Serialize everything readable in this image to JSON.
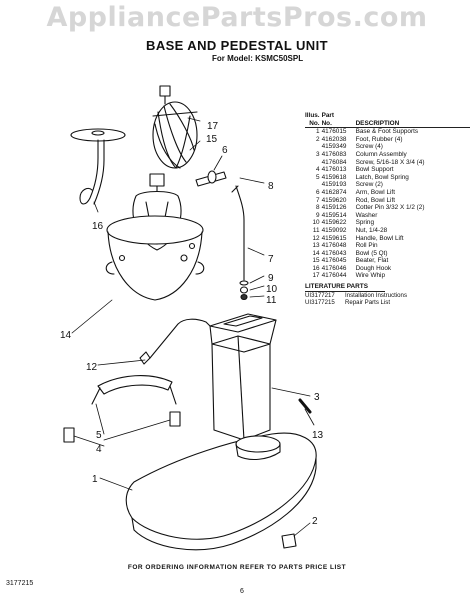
{
  "watermark": "AppliancePartsPros.com",
  "title": "BASE AND PEDESTAL UNIT",
  "subtitle": "For Model: KSMC50SPL",
  "table": {
    "headers": {
      "illus": "Illus.\nNo.",
      "part": "Part\nNo.",
      "desc": "DESCRIPTION"
    },
    "rows": [
      {
        "no": "1",
        "part": "4176015",
        "desc": "Base & Foot Supports"
      },
      {
        "no": "2",
        "part": "4162038",
        "desc": "Foot, Rubber (4)"
      },
      {
        "no": "",
        "part": "4159349",
        "desc": "Screw (4)"
      },
      {
        "no": "3",
        "part": "4176083",
        "desc": "Column Assembly"
      },
      {
        "no": "",
        "part": "4176084",
        "desc": "Screw, 5/16-18 X 3/4 (4)"
      },
      {
        "no": "4",
        "part": "4176013",
        "desc": "Bowl Support"
      },
      {
        "no": "5",
        "part": "4159618",
        "desc": "Latch, Bowl Spring"
      },
      {
        "no": "",
        "part": "4159193",
        "desc": "Screw (2)"
      },
      {
        "no": "6",
        "part": "4162874",
        "desc": "Arm, Bowl Lift"
      },
      {
        "no": "7",
        "part": "4159620",
        "desc": "Rod, Bowl Lift"
      },
      {
        "no": "8",
        "part": "4159126",
        "desc": "Cotter Pin 3/32 X 1/2 (2)"
      },
      {
        "no": "9",
        "part": "4159514",
        "desc": "Washer"
      },
      {
        "no": "10",
        "part": "4159622",
        "desc": "Spring"
      },
      {
        "no": "11",
        "part": "4159092",
        "desc": "Nut, 1/4-28"
      },
      {
        "no": "12",
        "part": "4159615",
        "desc": "Handle, Bowl Lift"
      },
      {
        "no": "13",
        "part": "4176048",
        "desc": "Roll Pin"
      },
      {
        "no": "14",
        "part": "4176043",
        "desc": "Bowl (5 Qt)"
      },
      {
        "no": "15",
        "part": "4176045",
        "desc": "Beater, Flat"
      },
      {
        "no": "16",
        "part": "4176046",
        "desc": "Dough Hook"
      },
      {
        "no": "17",
        "part": "4176044",
        "desc": "Wire Whip"
      }
    ]
  },
  "literature": {
    "heading": "LITERATURE PARTS",
    "rows": [
      {
        "part": "UI3177217",
        "desc": "Installation Instructions"
      },
      {
        "part": "UI3177215",
        "desc": "Repair Parts List"
      }
    ]
  },
  "callouts": [
    "1",
    "2",
    "3",
    "4",
    "5",
    "6",
    "7",
    "8",
    "9",
    "10",
    "11",
    "12",
    "13",
    "14",
    "15",
    "16",
    "17"
  ],
  "footer": "FOR ORDERING INFORMATION REFER TO PARTS PRICE LIST",
  "doc_number": "3177215",
  "page_number": "6"
}
